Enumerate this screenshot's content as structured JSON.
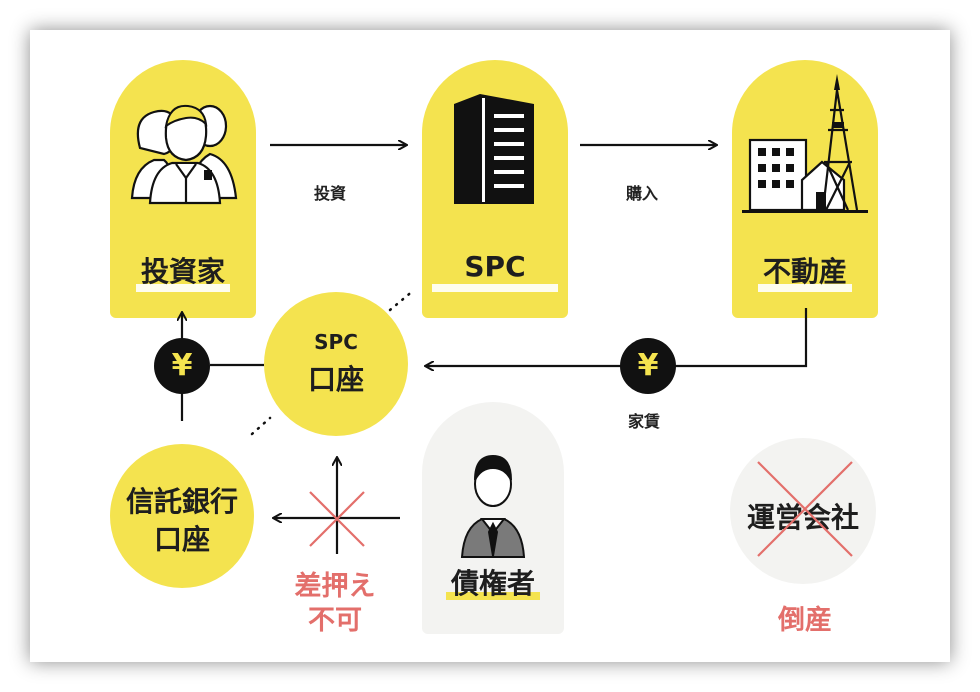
{
  "nodes": {
    "investor": "投資家",
    "spc": "SPC",
    "real_estate": "不動産",
    "spc_account_line1": "SPC",
    "spc_account_line2": "口座",
    "trust_account_line1": "信託銀行",
    "trust_account_line2": "口座",
    "creditor": "債権者",
    "operator": "運営会社"
  },
  "edges": {
    "invest": "投資",
    "purchase": "購入",
    "rent": "家賃",
    "no_seizure_line1": "差押え",
    "no_seizure_line2": "不可",
    "bankruptcy": "倒産"
  },
  "symbols": {
    "yen": "¥"
  },
  "colors": {
    "accent_yellow": "#f4e34f",
    "warning_red": "#e36f6b",
    "dark": "#111111",
    "pale_gray": "#f3f3f1"
  }
}
